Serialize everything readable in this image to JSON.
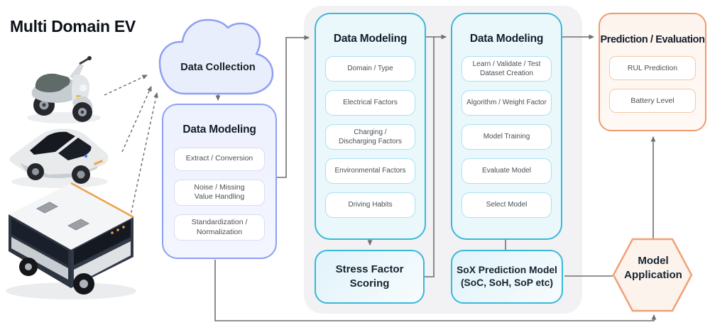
{
  "title": "Multi Domain EV",
  "vehicles": [
    "electric-scooter",
    "electric-car",
    "electric-bus"
  ],
  "cloud": {
    "label": "Data Collection"
  },
  "preprocess": {
    "title": "Data Modeling",
    "items": [
      "Extract / Conversion",
      "Noise / Missing\nValue Handling",
      "Standardization /\nNormalization"
    ]
  },
  "feature_modeling": {
    "title": "Data Modeling",
    "items": [
      "Domain / Type",
      "Electrical Factors",
      "Charging /\nDischarging Factors",
      "Environmental Factors",
      "Driving Habits"
    ]
  },
  "training_modeling": {
    "title": "Data Modeling",
    "items": [
      "Learn / Validate / Test\nDataset Creation",
      "Algorithm / Weight Factor",
      "Model Training",
      "Evaluate Model",
      "Select Model"
    ]
  },
  "stress_scoring": {
    "label": "Stress Factor\nScoring"
  },
  "sox_model": {
    "label": "SoX Prediction Model\n(SoC, SoH, SoP etc)"
  },
  "prediction": {
    "title": "Prediction / Evaluation",
    "items": [
      "RUL Prediction",
      "Battery Level"
    ]
  },
  "model_application": {
    "label": "Model\nApplication"
  },
  "colors": {
    "purple_border": "#8da0f2",
    "teal_border": "#39b8da",
    "orange_border": "#f09a6d",
    "gray_container": "#f2f2f4",
    "arrow": "#6f6f6f"
  }
}
